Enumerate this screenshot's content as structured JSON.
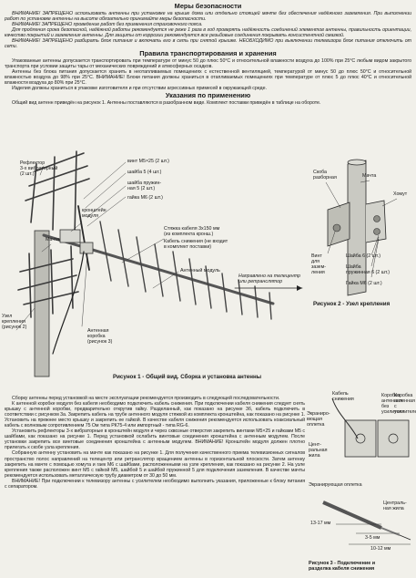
{
  "safety": {
    "title": "Меры безопасности",
    "p1": "ВНИМАНИЕ! ЗАПРЕЩЕНО использовать антенны при установке на крыше дома или отдельно стоящей мачте без обеспечения надёжного заземления. При выполнении работ по установке антенны на высоте обязательно принимайте меры безопасности.",
    "p2": "ВНИМАНИЕ! ЗАПРЕЩЕНО проведение работ без применения страховочного пояса.",
    "p3": "Для продления срока безопасной, надёжной работы рекомендуется не реже 1 раза в год проверять надёжность соединений элементов антенны, правильность ориентации, качество покрытий и заземления антенны. Для защиты от коррозии рекомендуется все резьбовые соединения покрывать консистентной смазкой.",
    "p4": "ВНИМАНИЕ! ЗАПРЕЩЕНО разбирать блок питания и включать его в сеть при снятой крышке. НЕОБХОДИМО при выключении телевизора блок питания отключить от сети."
  },
  "transport": {
    "title": "Правила транспортирования и хранения",
    "p1": "Упакованные антенны допускается транспортировать при температуре от минус 50 до плюс 50°С и относительной влажности воздуха до 100% при 25°С любым видом закрытого транспорта при условии защиты тары от механических повреждений и атмосферных осадков.",
    "p2": "Антенны без блока питания допускается хранить в неотапливаемых помещениях с естественной вентиляцией, температурой от минус 50 до плюс 50°С и относительной влажностью воздуха до 98% при 25°С. ВНИМАНИЕ! Блоки питания должны храниться в отапливаемых помещениях при температуре от плюс 5 до плюс 40°С и относительной влажности воздуха до 80% при 25°С.",
    "p3": "Изделия должны храниться в упаковке изготовителя и при отсутствии агрессивных примесей в окружающей среде."
  },
  "usage": {
    "title": "Указания по применению",
    "p1": "Общий вид антенн приведён на рисунок 1. Антенны поставляются в разобранном виде. Комплект поставки приведён в таблице на обороте."
  },
  "fig1": {
    "labels": {
      "reflector": "Рефлектор\n3-х вибраторный\n(2 шт.)",
      "bolt": "винт М5×25 (2 шт.)",
      "washer": "шайба 5 (4 шт.)",
      "spring": "шайба пружин-\nная 5 (2 шт.)",
      "nut": "гайка М6 (2 шт.)",
      "bracket": "кронштейн\nмодуля",
      "tie": "Стяжка кабеля 3х150 мм\n(из комплекта кронш.)",
      "cable": "Кабель снижения (не входит\nв комплект поставки)",
      "module": "Антенный модуль",
      "mast": "Мачта",
      "node": "Узел\nкрепления\n(рисунок 2)",
      "box": "Антенная\nкоробка\n(рисунок 3)",
      "direction": "Направлено на телецентр\nили ретранслятор"
    },
    "caption": "Рисунок 1 - Общий вид. Сборка и установка антенны"
  },
  "fig2": {
    "labels": {
      "clamp": "Скоба\nразборная",
      "mast": "Мачта",
      "collar": "Хомут",
      "bolt": "Винт\nдля\nзазем-\nления",
      "washer6": "Шайба 6 (2 шт.)",
      "spring6": "Шайба\nпружинная 6 (2 шт.)",
      "nut6": "Гайка М6 (2 шт.)"
    },
    "caption": "Рисунок 2 - Узел крепления"
  },
  "fig3": {
    "labels": {
      "cable": "Кабель\nснижения",
      "shield": "Экраниро-\nвющая\nоплетка",
      "psu": "Коробка\nантенная\nбез\nусилителя",
      "psu2": "Коробка\nантенная\nс\nусилителем",
      "core": "Цент-\nральная\nжила",
      "shield2": "Экранирующая оплетка",
      "core2": "Централь-\nная жила",
      "d1": "13-17 мм",
      "d2": "3-5 мм",
      "d3": "10-12 мм"
    },
    "caption": "Рисунок 3 - Подключение и\nразделка кабеля снижения"
  },
  "assembly": {
    "p1": "Сборку антенны перед установкой на месте эксплуатации рекомендуется производить в следующей последовательности.",
    "p2": "К антенной коробке модуля без кабеля необходимо подключить кабель снижения. При подключении кабеля снижения следует снять крышку с антенной коробки, предварительно открутив гайку. Разделанный, как показано на рисунке 3б, кабель подключить в соответствии с рисунком 3а. Закрепить кабель на трубе антенного модуля стяжкой из комплекта кронштейна, как показано на рисунке 1. Установить на прежнее место крышку и закрепить ее гайкой. В качестве кабеля снижения рекомендуется использовать коаксиальный кабель с волновым сопротивлением 75 Ом типа РК75-4 или импортный - типа RG-6.",
    "p3": "Установить рефлекторы 3-х вибраторные в кронштейн модуля и через сквозные отверстия закрепить винтами М5×25 и гайками М5 с шайбами, как показано на рисунке 1. Перед установкой ослабить винтовые соединения кронштейна с антенным модулем. После установки закрепить все винтовые соединения кронштейна с антенным модулем. ВНИМАНИЕ! Кронштейн модуля должен плотно прилегать к скобе узла крепления.",
    "p4": "Собранную антенну установить на мачте как показано на рисунке 1. Для получения качественного приема телевизионных сигналов пространство полос направлений на телецентр или ретранслятор вращением антенны в горизонтальной плоскости. Затем антенну закрепить на мачте с помощью хомута и гаек М6 с шайбами, расположенными на узле крепления, как показано на рисунке 2. На узле крепления также расположен винт М5 с гайкой М5, шайбой 5 и шайбой пружинной 5 для подключения заземления. В качестве мачты рекомендуется использовать металлическую трубу диаметром от 30 до 50 мм.",
    "p5": "ВНИМАНИЕ! При подключении к телевизору антенны с усилителем необходимо выполнить указания, приложенные к блоку питания с сепаратором."
  }
}
